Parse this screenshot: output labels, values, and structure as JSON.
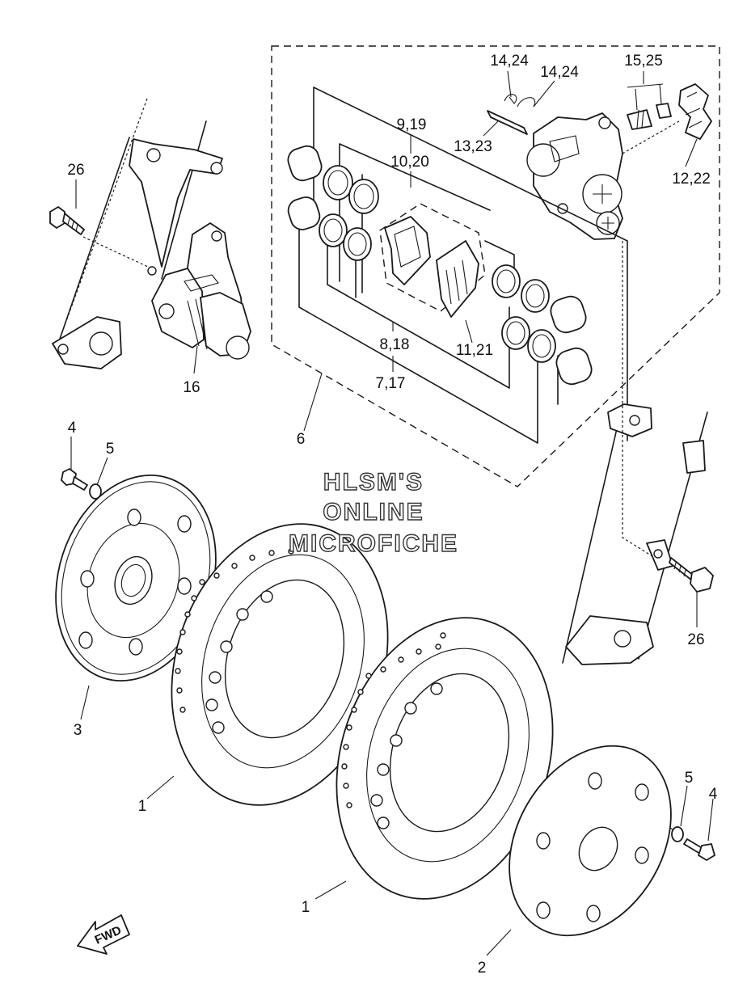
{
  "callouts": {
    "c26a": "26",
    "c16": "16",
    "c4a": "4",
    "c5a": "5",
    "c3": "3",
    "c1a": "1",
    "c1b": "1",
    "c2": "2",
    "c5b": "5",
    "c4b": "4",
    "c26b": "26",
    "c6": "6",
    "c7_17": "7,17",
    "c8_18": "8,18",
    "c9_19": "9,19",
    "c10_20": "10,20",
    "c11_21": "11,21",
    "c12_22": "12,22",
    "c13_23": "13,23",
    "c14_24a": "14,24",
    "c14_24b": "14,24",
    "c15_25": "15,25"
  },
  "watermark": {
    "line1": "HLSM'S",
    "line2": "ONLINE",
    "line3": "MICROFICHE"
  },
  "direction_badge": "FWD"
}
